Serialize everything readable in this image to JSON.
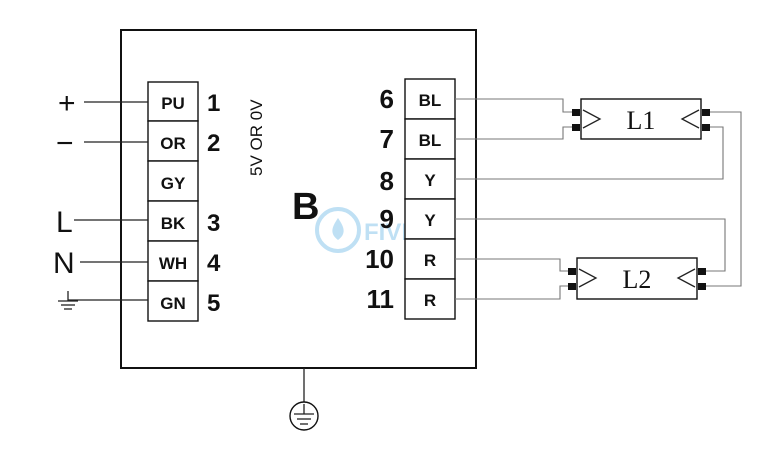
{
  "supply": {
    "plus": "+",
    "minus": "−",
    "line": "L",
    "neutral": "N"
  },
  "control_note": "5V OR 0V",
  "ballast_logo": "B",
  "watermark": "FIVER",
  "left_terminals": [
    {
      "code": "PU",
      "number": "1"
    },
    {
      "code": "OR",
      "number": "2"
    },
    {
      "code": "GY",
      "number": ""
    },
    {
      "code": "BK",
      "number": "3"
    },
    {
      "code": "WH",
      "number": "4"
    },
    {
      "code": "GN",
      "number": "5"
    }
  ],
  "right_terminals": [
    {
      "code": "BL",
      "number": "6"
    },
    {
      "code": "BL",
      "number": "7"
    },
    {
      "code": "Y",
      "number": "8"
    },
    {
      "code": "Y",
      "number": "9"
    },
    {
      "code": "R",
      "number": "10"
    },
    {
      "code": "R",
      "number": "11"
    }
  ],
  "lamps": [
    "L1",
    "L2"
  ]
}
